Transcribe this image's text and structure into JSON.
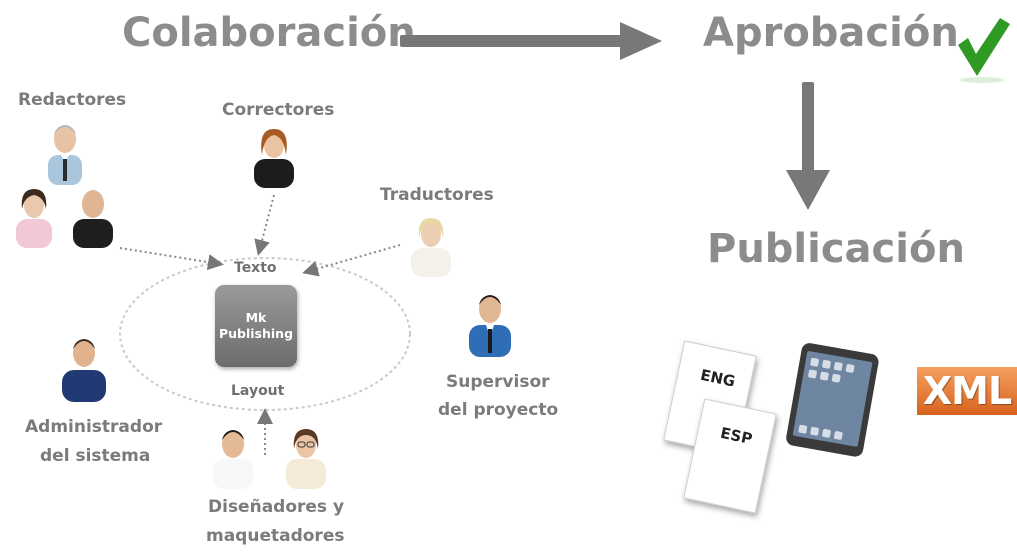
{
  "flow": {
    "collaboration": "Colaboración",
    "approval": "Aprobación",
    "publication": "Publicación"
  },
  "roles": {
    "writers": "Redactores",
    "correctors": "Correctores",
    "translators": "Traductores",
    "supervisor_line1": "Supervisor",
    "supervisor_line2": "del proyecto",
    "admin_line1": "Administrador",
    "admin_line2": "del sistema",
    "designers_line1": "Diseñadores y",
    "designers_line2": "maquetadores"
  },
  "hub": {
    "text_label": "Texto",
    "layout_label": "Layout",
    "box_line1": "Mk",
    "box_line2": "Publishing"
  },
  "outputs": {
    "doc1": "ENG",
    "doc2": "ESP",
    "xml": "XML"
  },
  "colors": {
    "heading": "#8c8c8c",
    "arrow": "#7a7a7a",
    "check": "#2e9a24",
    "xml": "#e2702c"
  },
  "icons": {
    "approval_mark": "checkmark-icon",
    "device": "tablet-icon"
  }
}
